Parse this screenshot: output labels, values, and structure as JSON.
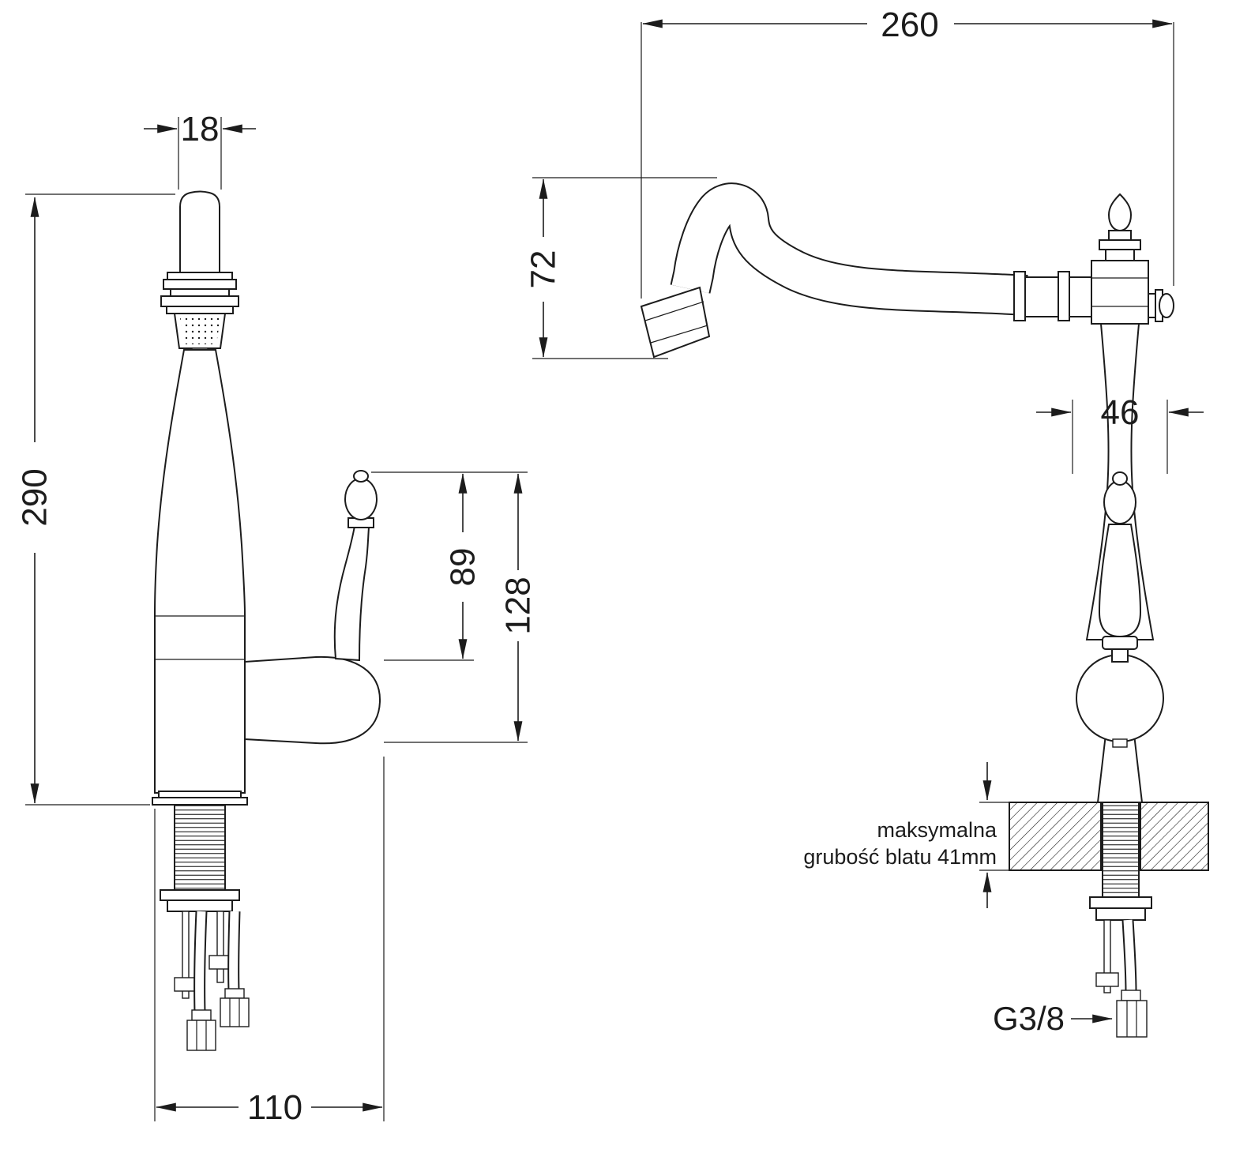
{
  "colors": {
    "line": "#1c1c1c",
    "background": "#ffffff"
  },
  "left_view": {
    "dims": {
      "spout_diameter": "18",
      "total_height": "290",
      "handle_height": "89",
      "handle_total_height": "128",
      "base_width": "110"
    }
  },
  "right_view": {
    "dims": {
      "spout_reach": "260",
      "spout_drop": "72",
      "body_width": "46"
    },
    "counter_note_line1": "maksymalna",
    "counter_note_line2": "grubość blatu 41mm",
    "thread_label": "G3/8"
  }
}
